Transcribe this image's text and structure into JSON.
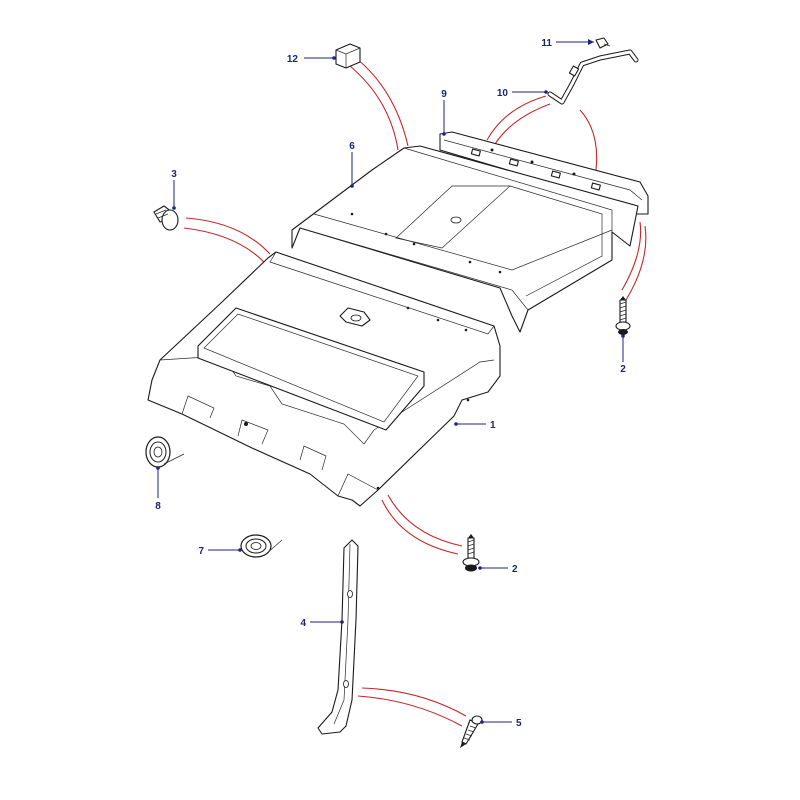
{
  "colors": {
    "callout": "#1a237e",
    "link": "#c62828",
    "part_fill": "#ffffff",
    "part_stroke": "#1a1a1a",
    "part_shade": "#d9d9d9"
  },
  "callouts": {
    "c1": "1",
    "c2a": "2",
    "c2b": "2",
    "c3": "3",
    "c4": "4",
    "c5": "5",
    "c6": "6",
    "c7": "7",
    "c8": "8",
    "c9": "9",
    "c10": "10",
    "c11": "11",
    "c12": "12"
  }
}
